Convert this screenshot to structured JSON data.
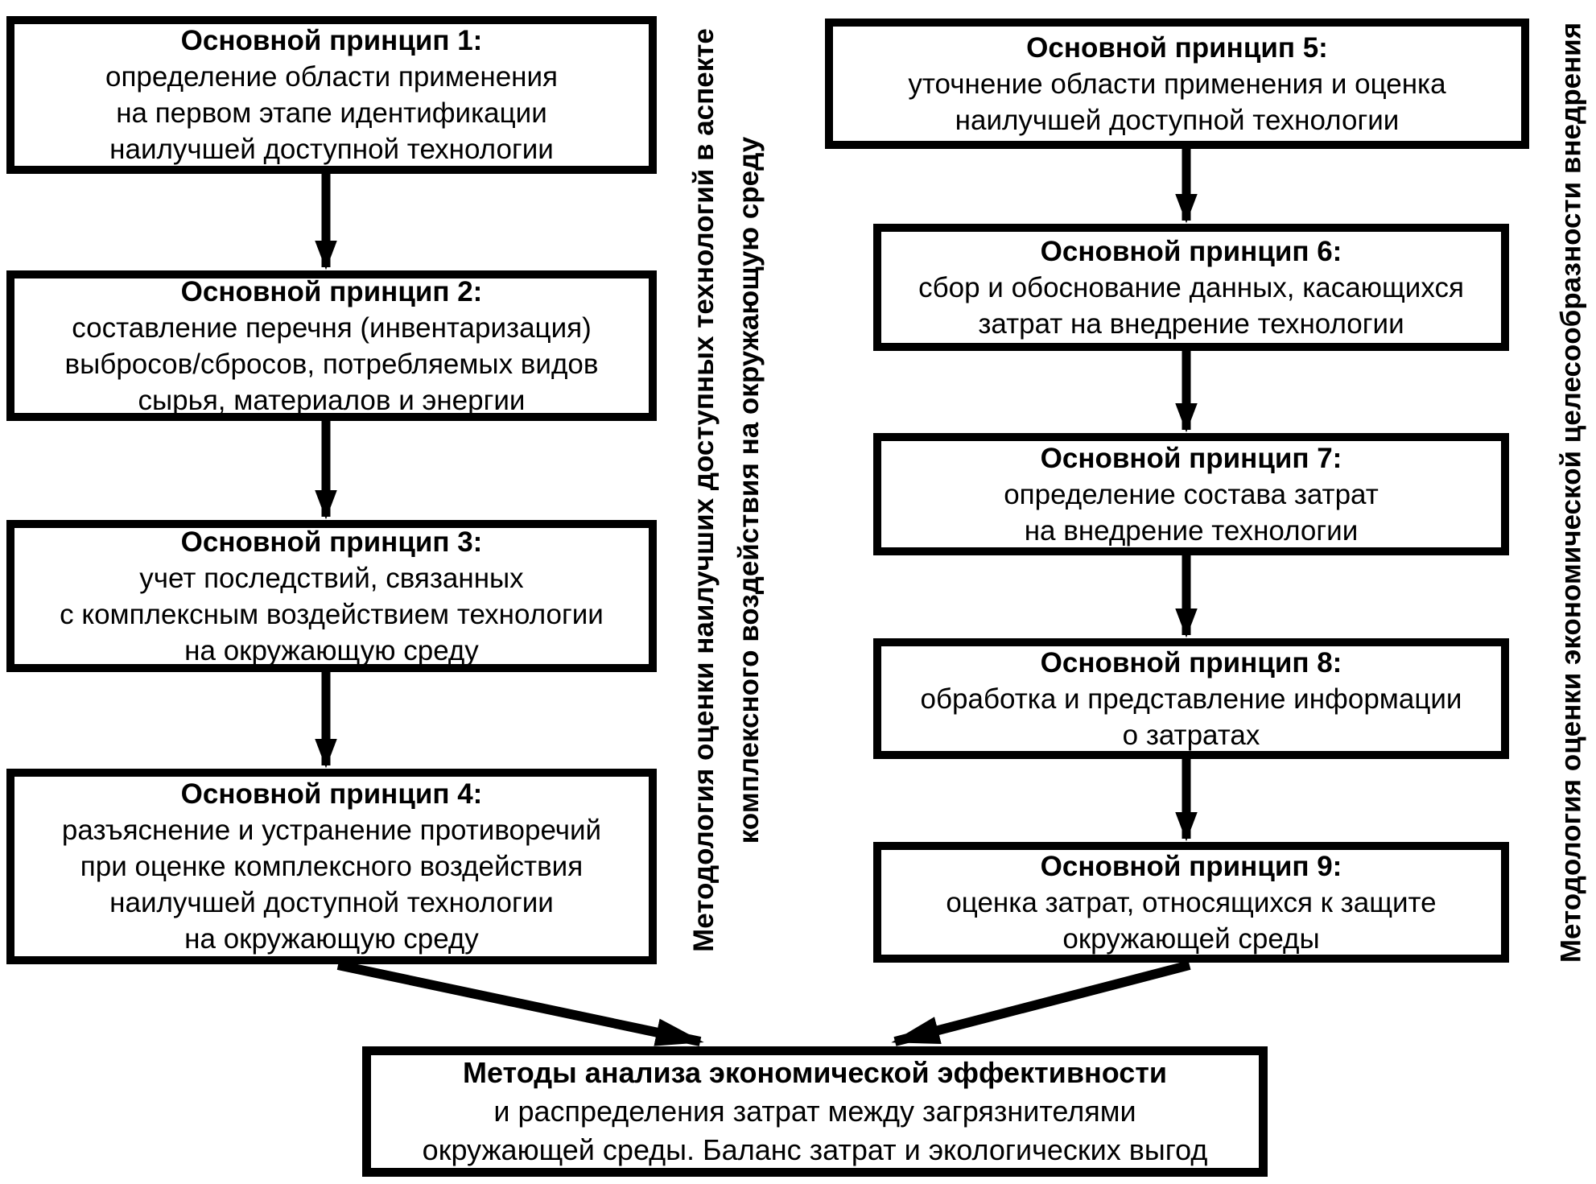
{
  "diagram": {
    "type": "flowchart",
    "colors": {
      "line": "#000000",
      "text": "#000000",
      "background": "#ffffff"
    },
    "left_column": {
      "label": "Методология оценки наилучших доступных технологий в аспекте\nкомплексного воздействия на окружающую среду",
      "boxes": [
        {
          "title": "Основной принцип 1:",
          "body": "определение области применения\nна первом этапе идентификации\nнаилучшей доступной технологии"
        },
        {
          "title": "Основной принцип 2:",
          "body": "составление перечня (инвентаризация)\nвыбросов/сбросов, потребляемых видов\nсырья, материалов и энергии"
        },
        {
          "title": "Основной принцип 3:",
          "body": "учет последствий, связанных\nс комплексным воздействием технологии\nна окружающую среду"
        },
        {
          "title": "Основной принцип 4:",
          "body": "разъяснение и устранение противоречий\nпри оценке комплексного воздействия\nнаилучшей доступной технологии\nна окружающую среду"
        }
      ]
    },
    "right_column": {
      "label": "Методология оценки экономической целесообразности внедрения",
      "boxes": [
        {
          "title": "Основной принцип 5:",
          "body": "уточнение области применения и оценка\nнаилучшей доступной технологии"
        },
        {
          "title": "Основной принцип 6:",
          "body": "сбор и обоснование данных, касающихся\nзатрат на внедрение технологии"
        },
        {
          "title": "Основной принцип 7:",
          "body": "определение состава затрат\nна внедрение технологии"
        },
        {
          "title": "Основной принцип 8:",
          "body": "обработка и представление информации\nо затратах"
        },
        {
          "title": "Основной принцип 9:",
          "body": "оценка затрат, относящихся к защите\nокружающей среды"
        }
      ]
    },
    "result_box": {
      "title": "Методы анализа экономической эффективности",
      "body": "и распределения затрат между загрязнителями\nокружающей среды. Баланс затрат и экологических выгод"
    }
  }
}
